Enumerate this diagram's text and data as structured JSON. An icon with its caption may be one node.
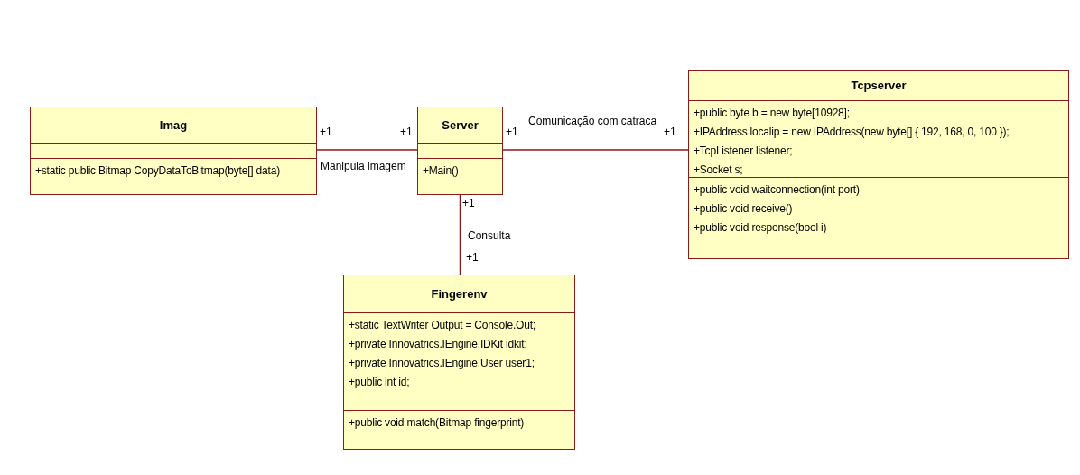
{
  "diagram": {
    "nodes": [
      {
        "text": [
          "Imag"
        ]
      },
      {
        "text": [],
        "shape": "box",
        "in": 0
      },
      {
        "text": [
          "+static public Bitmap CopyDataToBitmap(byte[] data)"
        ],
        "in": 0
      },
      {
        "text": [
          "Server"
        ]
      },
      {
        "text": [],
        "shape": "box",
        "in": 3
      },
      {
        "text": [
          "+Main()"
        ],
        "in": 3
      },
      {
        "text": [
          "Tcpserver"
        ]
      },
      {
        "text": [
          "+public byte b = new byte[10928];",
          "+IPAddress localip = new IPAddress(new byte[] { 192, 168, 0, 100 });",
          "+TcpListener listener;",
          "+Socket s;"
        ],
        "in": 6
      },
      {
        "text": [
          "+public void waitconnection(int port)",
          "+public void receive()",
          "+public void response(bool i)"
        ],
        "in": 6
      },
      {
        "text": [
          "Fingerenv"
        ]
      },
      {
        "text": [
          "+static TextWriter Output = Console.Out;",
          "+private Innovatrics.IEngine.IDKit idkit;",
          "+private Innovatrics.IEngine.User user1;",
          "+public int id;"
        ],
        "in": 9
      },
      {
        "text": [
          "+public void match(Bitmap fingerprint)"
        ],
        "in": 9
      }
    ],
    "edges": [
      {
        "from": 0,
        "to": 3,
        "arrow": "none",
        "label": "Manipula imagem"
      },
      {
        "from": 3,
        "to": 6,
        "arrow": "none",
        "label": "Comunicação com catraca"
      },
      {
        "from": 3,
        "to": 9,
        "arrow": "none",
        "label": "Consulta"
      }
    ],
    "labels": [
      "+1",
      "+1",
      "+1",
      "+1",
      "+1",
      "+1"
    ]
  }
}
